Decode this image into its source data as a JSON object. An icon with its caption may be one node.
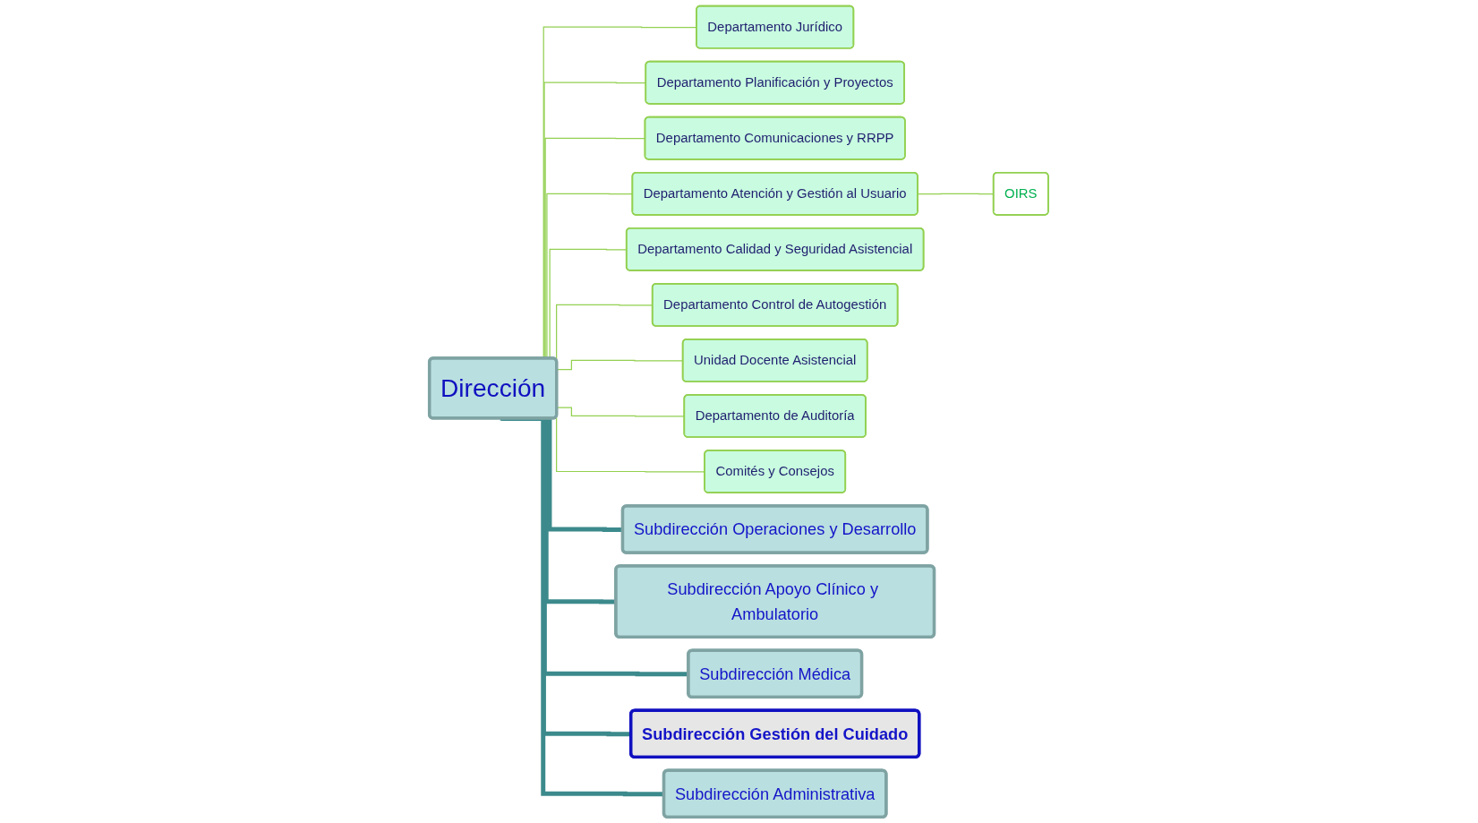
{
  "diagram": {
    "nodes": [
      {
        "text": [
          "Dirección"
        ]
      },
      {
        "text": [
          "Departamento Jurídico"
        ]
      },
      {
        "text": [
          "Departamento Planificación y Proyectos"
        ]
      },
      {
        "text": [
          "Departamento Comunicaciones y RRPP"
        ]
      },
      {
        "text": [
          "Departamento Atención y Gestión al Usuario"
        ]
      },
      {
        "text": [
          "Departamento Calidad y Seguridad Asistencial"
        ]
      },
      {
        "text": [
          "Departamento Control de Autogestión"
        ]
      },
      {
        "text": [
          "Unidad Docente Asistencial"
        ]
      },
      {
        "text": [
          "Departamento de Auditoría"
        ]
      },
      {
        "text": [
          "Comités y Consejos"
        ]
      },
      {
        "text": [
          "OIRS"
        ]
      },
      {
        "text": [
          "Subdirección Operaciones y Desarrollo"
        ]
      },
      {
        "text": [
          "Subdirección Apoyo Clínico y Ambulatorio"
        ]
      },
      {
        "text": [
          "Subdirección Médica"
        ]
      },
      {
        "text": [
          "Subdirección Gestión del Cuidado"
        ]
      },
      {
        "text": [
          "Subdirección Administrativa"
        ]
      }
    ],
    "edges": [
      {
        "from": 0,
        "to": 1,
        "arrow": "none"
      },
      {
        "from": 0,
        "to": 2,
        "arrow": "none"
      },
      {
        "from": 0,
        "to": 3,
        "arrow": "none"
      },
      {
        "from": 0,
        "to": 4,
        "arrow": "none"
      },
      {
        "from": 0,
        "to": 5,
        "arrow": "none"
      },
      {
        "from": 0,
        "to": 6,
        "arrow": "none"
      },
      {
        "from": 0,
        "to": 7,
        "arrow": "none"
      },
      {
        "from": 0,
        "to": 8,
        "arrow": "none"
      },
      {
        "from": 0,
        "to": 9,
        "arrow": "none"
      },
      {
        "from": 4,
        "to": 10,
        "arrow": "none"
      },
      {
        "from": 0,
        "to": 11,
        "arrow": "none",
        "style": "thick",
        "color": "#3c8a8c"
      },
      {
        "from": 0,
        "to": 12,
        "arrow": "none",
        "style": "thick",
        "color": "#3c8a8c"
      },
      {
        "from": 0,
        "to": 13,
        "arrow": "none",
        "style": "thick",
        "color": "#3c8a8c"
      },
      {
        "from": 0,
        "to": 14,
        "arrow": "none",
        "style": "thick",
        "color": "#3c8a8c"
      },
      {
        "from": 0,
        "to": 15,
        "arrow": "none",
        "style": "thick",
        "color": "#3c8a8c"
      }
    ]
  }
}
